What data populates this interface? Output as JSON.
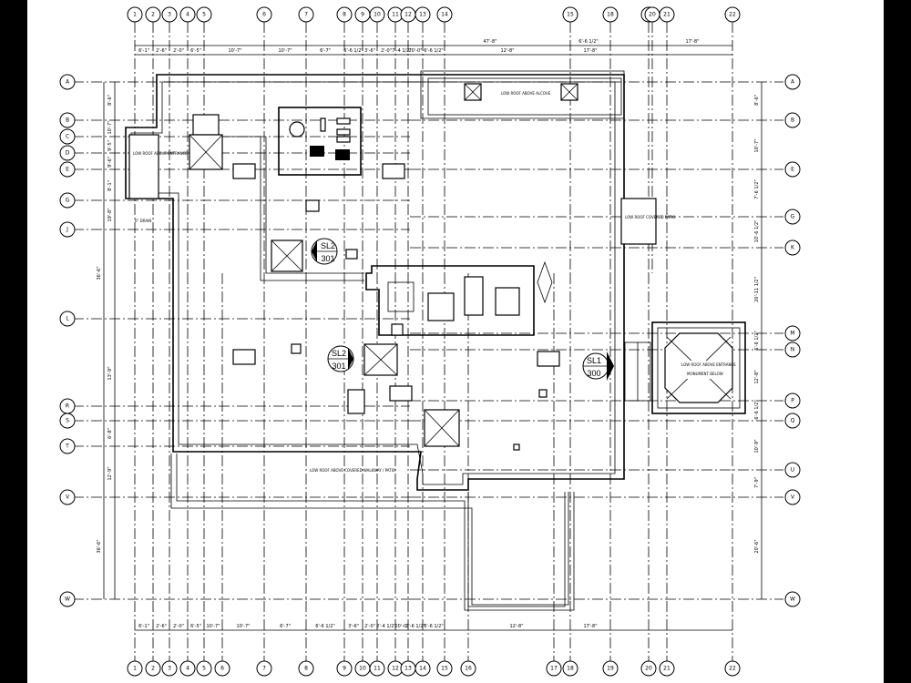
{
  "grid": {
    "columns": [
      "1",
      "2",
      "3",
      "4",
      "5",
      "6",
      "7",
      "8",
      "9",
      "10",
      "11",
      "12",
      "13",
      "14",
      "15",
      "18",
      "19",
      "20",
      "21",
      "22"
    ],
    "bottom_columns": [
      "1",
      "2",
      "3",
      "4",
      "5",
      "6",
      "7",
      "8",
      "9",
      "10",
      "11",
      "12",
      "13",
      "14",
      "15",
      "16",
      "17",
      "18",
      "19",
      "20",
      "21",
      "22"
    ],
    "rows_left": [
      "A",
      "B",
      "C",
      "D",
      "E",
      "G",
      "J",
      "L",
      "R",
      "S",
      "T",
      "V",
      "W"
    ],
    "rows_right": [
      "A",
      "B",
      "E",
      "G",
      "K",
      "M",
      "N",
      "P",
      "Q",
      "U",
      "V",
      "W"
    ]
  },
  "dimensions": {
    "top_row1": [
      "47'-8\"",
      "6'-6 1/2\"",
      "17'-8\""
    ],
    "top_row2": [
      "6'-1\"",
      "2'-6\"",
      "2'-0\"",
      "6'-5\"",
      "10'-7\"",
      "10'-7\"",
      "6'-7\"",
      "6'-6 1/2\"",
      "3'-6\"",
      "2'-0\"",
      "7'-4 1/2\"",
      "20'-0\"",
      "6'-6 1/2\"",
      "12'-8\"",
      "17'-8\""
    ],
    "bottom_row": [
      "6'-1\"",
      "2'-6\"",
      "2'-0\"",
      "6'-5\"",
      "10'-7\"",
      "10'-7\"",
      "6'-7\"",
      "6'-6 1/2\"",
      "3'-6\"",
      "2'-0\"",
      "2'-4 1/2\"",
      "20'-0\"",
      "2'-6 1/2\"",
      "6'-6 1/2\"",
      "12'-8\"",
      "17'-8\""
    ],
    "left_side": [
      "8'-6\"",
      "10'-7\"",
      "9'-5\"",
      "9'-6\"",
      "8'-1\"",
      "19'-8\"",
      "36'-6\"",
      "13'-9\"",
      "6'-8\"",
      "12'-9\"",
      "36'-6\""
    ],
    "right_side": [
      "8'-6\"",
      "10'-7\"",
      "7'-6 1/2\"",
      "10'-6 1/2\"",
      "20'-11 1/2\"",
      "6'-6 1/2\"",
      "12'-8\"",
      "6'-6 1/2\"",
      "10'-9\"",
      "7'-9\"",
      "20'-6\""
    ]
  },
  "tags": [
    {
      "top": "SL2",
      "bottom": "301"
    },
    {
      "top": "SL2",
      "bottom": "301"
    },
    {
      "top": "SL1",
      "bottom": "300"
    }
  ],
  "notes": {
    "low_roof_alcove": "LOW ROOF ABOVE ALCOVE",
    "low_roof_left": "LOW ROOF ABOVE ENTRANCE",
    "low_roof_right": "LOW ROOF COVERED PATIO",
    "low_roof_bottom": "LOW ROOF ABOVE COVERED WALKWAY / PATIO",
    "skylight": "LOW ROOF ABOVE ENTRANCE",
    "skylight_below": "MONUMENT BELOW",
    "slope_note": "6\" DRAIN"
  }
}
